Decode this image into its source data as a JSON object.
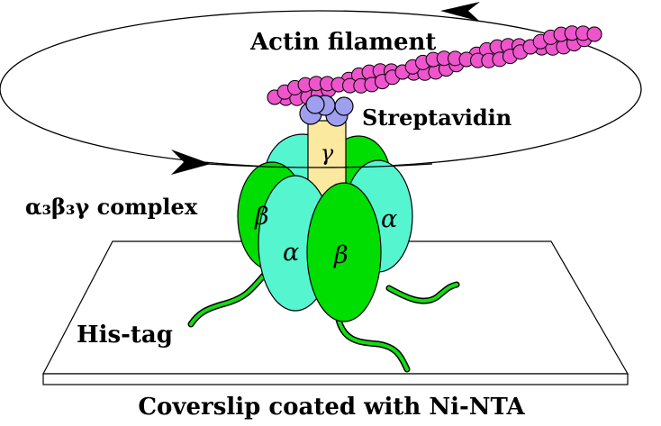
{
  "labels": {
    "actin": "Actin filament",
    "streptavidin": "Streptavidin",
    "complex": "α₃β₃γ complex",
    "his_tag": "His-tag",
    "coverslip": "Coverslip coated with Ni-NTA"
  },
  "subunits": {
    "gamma": "γ",
    "alpha_center": "α",
    "beta_center": "β",
    "beta_left": "β",
    "alpha_right": "α"
  },
  "colors": {
    "alpha": "#55f5d0",
    "beta": "#00dd00",
    "gamma": "#fbe9a0",
    "streptavidin": "#9f9ff0",
    "actin": "#ee55cc",
    "his_tag": "#11dd11",
    "outline": "#000000"
  },
  "icons": {
    "rotation_arrow": "arrowhead-icon"
  }
}
